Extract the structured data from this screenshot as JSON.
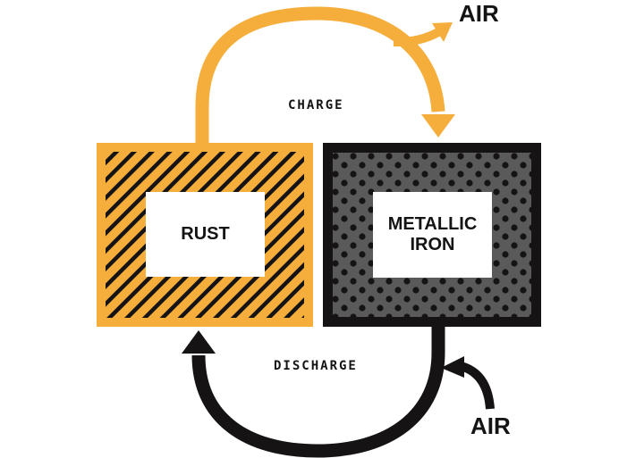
{
  "colors": {
    "accent": "#f5ae3b",
    "dark": "#151313",
    "dots_fill": "#5a5a5a",
    "background": "#ffffff"
  },
  "rust": {
    "label": "RUST"
  },
  "metallic_iron": {
    "label": "METALLIC\nIRON"
  },
  "charge": {
    "label": "CHARGE"
  },
  "discharge": {
    "label": "DISCHARGE"
  },
  "air_out": {
    "label": "AIR"
  },
  "air_in": {
    "label": "AIR"
  }
}
